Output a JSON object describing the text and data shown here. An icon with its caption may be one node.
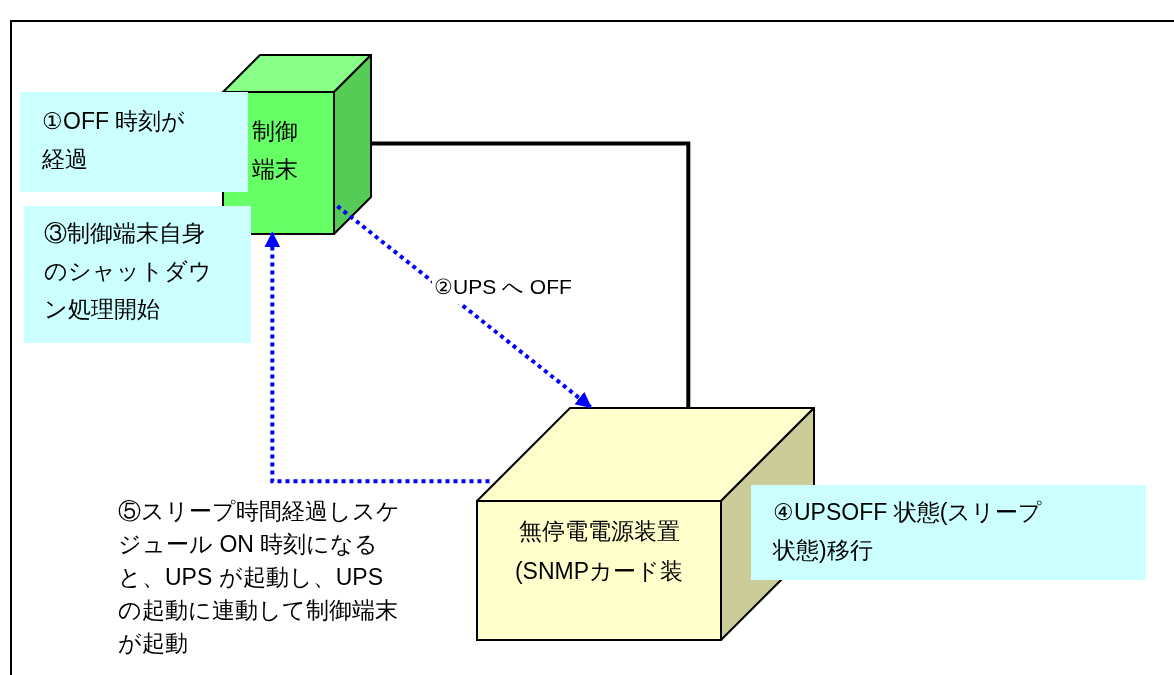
{
  "diagram": {
    "nodes": [
      {
        "text": [
          "制御端末"
        ]
      },
      {
        "text": [
          "無停電電源装置(SNMPカード装"
        ]
      },
      {
        "text": [
          "①OFF 時刻が経過"
        ]
      },
      {
        "text": [
          "③制御端末自身のシャットダウン処理開始"
        ]
      },
      {
        "text": [
          "④UPSOFF 状態(スリープ状態)移行"
        ]
      }
    ],
    "edges": [
      {
        "from": 0,
        "to": 1,
        "arrow": "to",
        "label": "②UPS へ OFF",
        "style": "dashed",
        "color": "#0000ff"
      },
      {
        "from": 1,
        "to": 0,
        "arrow": "to",
        "style": "dashed",
        "color": "#0000ff"
      },
      {
        "from": 0,
        "to": 1,
        "arrow": "none",
        "color": "#000000"
      }
    ],
    "labels": [
      "⑤スリープ時間経過しスケジュール ON 時刻になると、UPS が起動し、UPS の起動に連動して制御端末が起動"
    ]
  }
}
